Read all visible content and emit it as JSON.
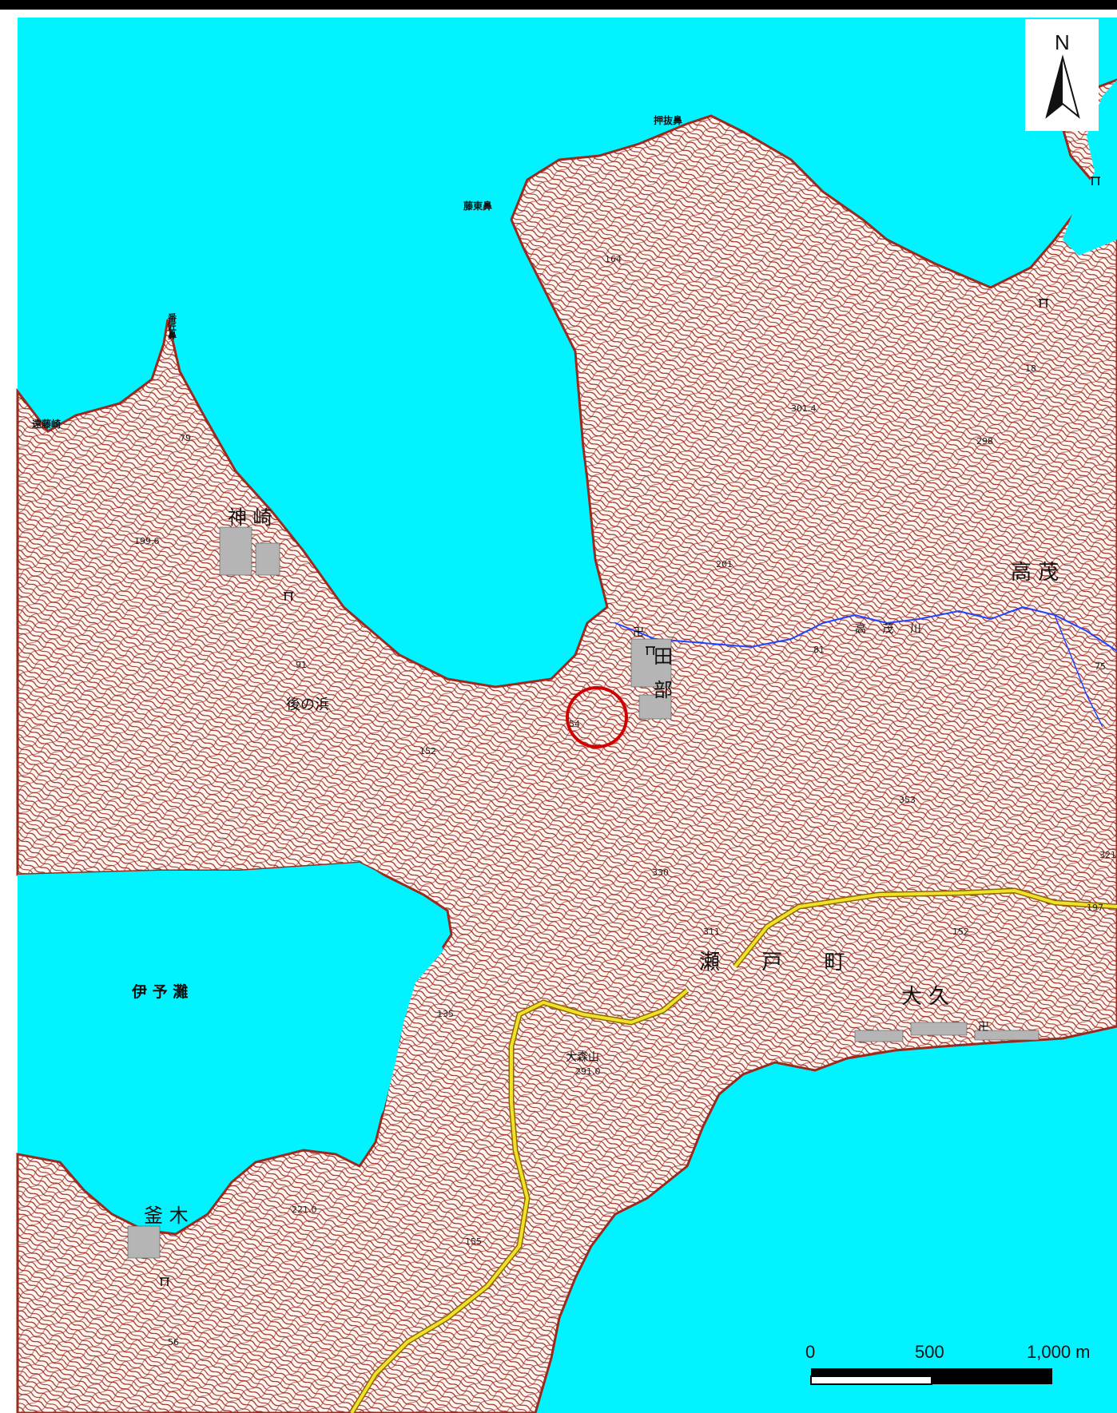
{
  "map": {
    "colors": {
      "sea": "#00f3ff",
      "land": "#fff6f2",
      "contour": "#9a2a1e",
      "road": "#f2e12a",
      "river": "#2244ff",
      "marker": "#d00000",
      "border": "#000000"
    },
    "north_arrow": {
      "label": "N",
      "icon": "north-arrow-icon"
    },
    "places": {
      "kamisaki": "神 崎",
      "tabu_ta": "田",
      "tabu_bu": "部",
      "takamo": "高 茂",
      "setocho": "瀬 戸 町",
      "oku": "大 久",
      "kamaki": "釜 木",
      "iyonada": "伊 予 灘",
      "nochinohama": "後の浜",
      "omoriyama": "大森山",
      "oshinukehana": "押抜鼻",
      "fujitohana": "藤東鼻",
      "bansyohana": "番匠鼻",
      "endozaki": "遠藤崎",
      "river": "高 茂 川"
    },
    "elevations": {
      "e164": "164",
      "e301": "301.4",
      "e298": "298",
      "e201": "201",
      "e199": "199.6",
      "e91": "91",
      "e75": "75",
      "e81": "81",
      "e18": "18",
      "e353": "353",
      "e321": "321",
      "e330": "330",
      "e311": "311",
      "e152": "152",
      "e197": "197",
      "e135": "135",
      "e291": "291.0",
      "e221": "221.0",
      "e155": "155",
      "e56": "56",
      "e79": "79",
      "e152b": "152",
      "e54": "54"
    },
    "scale_bar": {
      "label_0": "0",
      "label_500": "500",
      "label_1000": "1,000 m"
    },
    "marker": {
      "icon": "location-circle-icon"
    }
  }
}
